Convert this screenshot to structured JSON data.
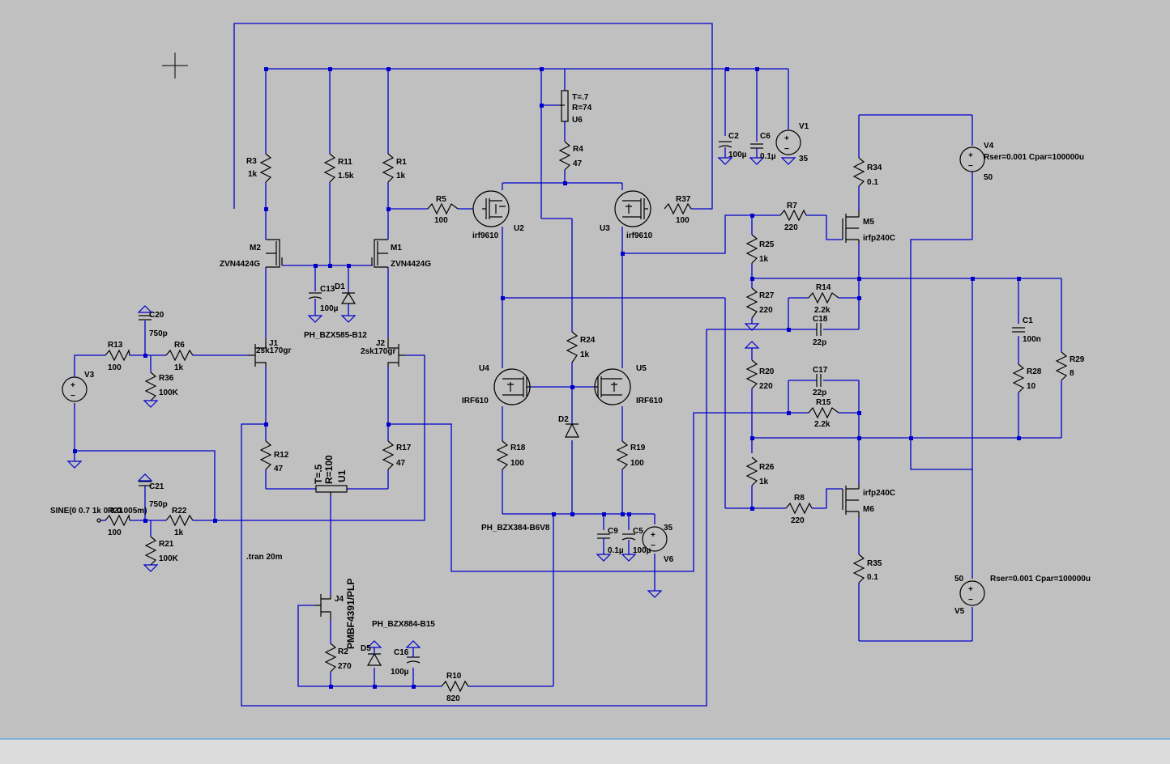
{
  "schematic": {
    "directive": ".tran 20m",
    "components": {
      "R3": {
        "ref": "R3",
        "value": "1k"
      },
      "R11": {
        "ref": "R11",
        "value": "1.5k"
      },
      "R1": {
        "ref": "R1",
        "value": "1k"
      },
      "R5": {
        "ref": "R5",
        "value": "100"
      },
      "R37": {
        "ref": "R37",
        "value": "100"
      },
      "R4": {
        "ref": "R4",
        "value": "47"
      },
      "U6": {
        "ref": "U6",
        "value": "T=.7",
        "value2": "R=74"
      },
      "C2": {
        "ref": "C2",
        "value": "100µ"
      },
      "C6": {
        "ref": "C6",
        "value": "0.1µ"
      },
      "V1": {
        "ref": "V1",
        "value": "35"
      },
      "V4": {
        "ref": "V4",
        "value": "50",
        "extra": "Rser=0.001 Cpar=100000u"
      },
      "R34": {
        "ref": "R34",
        "value": "0.1"
      },
      "R7": {
        "ref": "R7",
        "value": "220"
      },
      "M5": {
        "ref": "M5",
        "value": "irfp240C"
      },
      "R25": {
        "ref": "R25",
        "value": "1k"
      },
      "R27": {
        "ref": "R27",
        "value": "220"
      },
      "R14": {
        "ref": "R14",
        "value": "2.2k"
      },
      "C18": {
        "ref": "C18",
        "value": "22p"
      },
      "C1": {
        "ref": "C1",
        "value": "100n"
      },
      "R28": {
        "ref": "R28",
        "value": "10"
      },
      "R29": {
        "ref": "R29",
        "value": "8"
      },
      "R20": {
        "ref": "R20",
        "value": "220"
      },
      "C17": {
        "ref": "C17",
        "value": "22p"
      },
      "R15": {
        "ref": "R15",
        "value": "2.2k"
      },
      "R26": {
        "ref": "R26",
        "value": "1k"
      },
      "R8": {
        "ref": "R8",
        "value": "220"
      },
      "M6": {
        "ref": "M6",
        "value": "irfp240C"
      },
      "R35": {
        "ref": "R35",
        "value": "0.1"
      },
      "V5": {
        "ref": "V5",
        "value": "50",
        "extra": "Rser=0.001 Cpar=100000u"
      },
      "M2": {
        "ref": "M2",
        "value": "ZVN4424G"
      },
      "M1": {
        "ref": "M1",
        "value": "ZVN4424G"
      },
      "C13": {
        "ref": "C13",
        "value": "100µ"
      },
      "D1": {
        "ref": "D1",
        "value": "PH_BZX585-B12"
      },
      "U2": {
        "ref": "U2",
        "value": "irf9610"
      },
      "U3": {
        "ref": "U3",
        "value": "irf9610"
      },
      "C20": {
        "ref": "C20",
        "value": "750p"
      },
      "R13": {
        "ref": "R13",
        "value": "100"
      },
      "R6": {
        "ref": "R6",
        "value": "1k"
      },
      "R36": {
        "ref": "R36",
        "value": "100K"
      },
      "V3": {
        "ref": "V3"
      },
      "J1": {
        "ref": "J1",
        "value": "2sk170gr"
      },
      "J2": {
        "ref": "J2",
        "value": "2sk170gr"
      },
      "R24": {
        "ref": "R24",
        "value": "1k"
      },
      "U4": {
        "ref": "U4",
        "value": "IRF610"
      },
      "U5": {
        "ref": "U5",
        "value": "IRF610"
      },
      "D2": {
        "ref": "D2",
        "value": "PH_BZX384-B6V8"
      },
      "R12": {
        "ref": "R12",
        "value": "47"
      },
      "R17": {
        "ref": "R17",
        "value": "47"
      },
      "U1": {
        "ref": "U1",
        "value": "T=.5",
        "value2": "R=100"
      },
      "R18": {
        "ref": "R18",
        "value": "100"
      },
      "R19": {
        "ref": "R19",
        "value": "100"
      },
      "C9": {
        "ref": "C9",
        "value": "0.1µ"
      },
      "C5": {
        "ref": "C5",
        "value": "100µ"
      },
      "V6": {
        "ref": "V6",
        "value": "35"
      },
      "C21": {
        "ref": "C21",
        "value": "750p"
      },
      "R23": {
        "ref": "R23",
        "value": "100",
        "source": "SINE(0 0.7 1k 0 0 0.005m)"
      },
      "R22": {
        "ref": "R22",
        "value": "1k"
      },
      "R21": {
        "ref": "R21",
        "value": "100K"
      },
      "J4": {
        "ref": "J4",
        "value": "PMBF4391/PLP"
      },
      "R2": {
        "ref": "R2",
        "value": "270"
      },
      "D5": {
        "ref": "D5",
        "value": "PH_BZX884-B15"
      },
      "C16": {
        "ref": "C16",
        "value": "100µ"
      },
      "R10": {
        "ref": "R10",
        "value": "820"
      }
    }
  },
  "colors": {
    "background": "#c0c0c0",
    "wire": "#0000cc",
    "symbol": "#000000",
    "statusbar": "#dcdcdc"
  }
}
